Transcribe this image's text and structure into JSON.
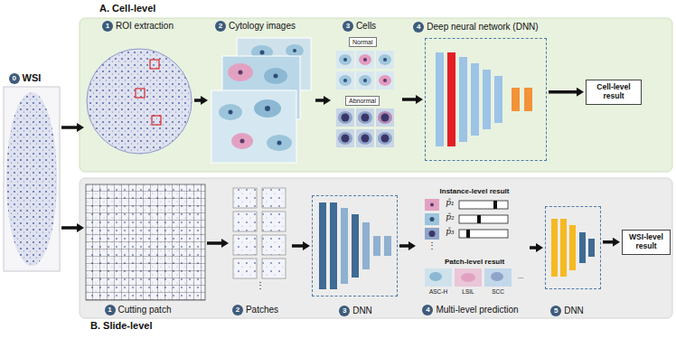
{
  "diagram": {
    "nodes": [
      {
        "text": [
          "WSI"
        ]
      },
      {
        "text": [
          "A. Cell-level"
        ]
      },
      {
        "text": [
          "ROI extraction"
        ],
        "in": 1
      },
      {
        "text": [
          "Cytology images"
        ],
        "in": 1
      },
      {
        "text": [
          "Cells"
        ],
        "in": 1
      },
      {
        "text": [
          "Normal"
        ],
        "in": 4
      },
      {
        "text": [
          "Abnormal"
        ],
        "in": 4
      },
      {
        "text": [
          "Deep neural network (DNN)"
        ],
        "in": 1
      },
      {
        "text": [
          "Cell-level result"
        ],
        "in": 1
      },
      {
        "text": [
          "B. Slide-level"
        ]
      },
      {
        "text": [
          "Cutting patch"
        ],
        "in": 9
      },
      {
        "text": [
          "Patches"
        ],
        "in": 9
      },
      {
        "text": [
          "DNN"
        ],
        "in": 9
      },
      {
        "text": [
          "Multi-level prediction"
        ],
        "in": 9
      },
      {
        "text": [
          "Instance-level result"
        ],
        "in": 13
      },
      {
        "text": [
          "Patch-level result"
        ],
        "in": 13
      },
      {
        "text": [
          "DNN"
        ],
        "in": 9
      },
      {
        "text": [
          "WSI-level result"
        ],
        "in": 9
      }
    ],
    "edges": [
      {
        "from": 0,
        "to": 2,
        "arrow": "to"
      },
      {
        "from": 0,
        "to": 10,
        "arrow": "to"
      },
      {
        "from": 2,
        "to": 3,
        "arrow": "to"
      },
      {
        "from": 3,
        "to": 4,
        "arrow": "to"
      },
      {
        "from": 4,
        "to": 7,
        "arrow": "to"
      },
      {
        "from": 7,
        "to": 8,
        "arrow": "to"
      },
      {
        "from": 10,
        "to": 11,
        "arrow": "to"
      },
      {
        "from": 11,
        "to": 12,
        "arrow": "to"
      },
      {
        "from": 12,
        "to": 13,
        "arrow": "to"
      },
      {
        "from": 13,
        "to": 16,
        "arrow": "to"
      },
      {
        "from": 16,
        "to": 17,
        "arrow": "to"
      }
    ],
    "labels": [
      "0",
      "1",
      "2",
      "3",
      "4",
      "1",
      "2",
      "3",
      "4",
      "5",
      "p̂₁",
      "p̂₂",
      "p̂₃",
      "⋮",
      "⋮",
      "ASC-H",
      "LSIL",
      "SCC",
      "..."
    ]
  }
}
